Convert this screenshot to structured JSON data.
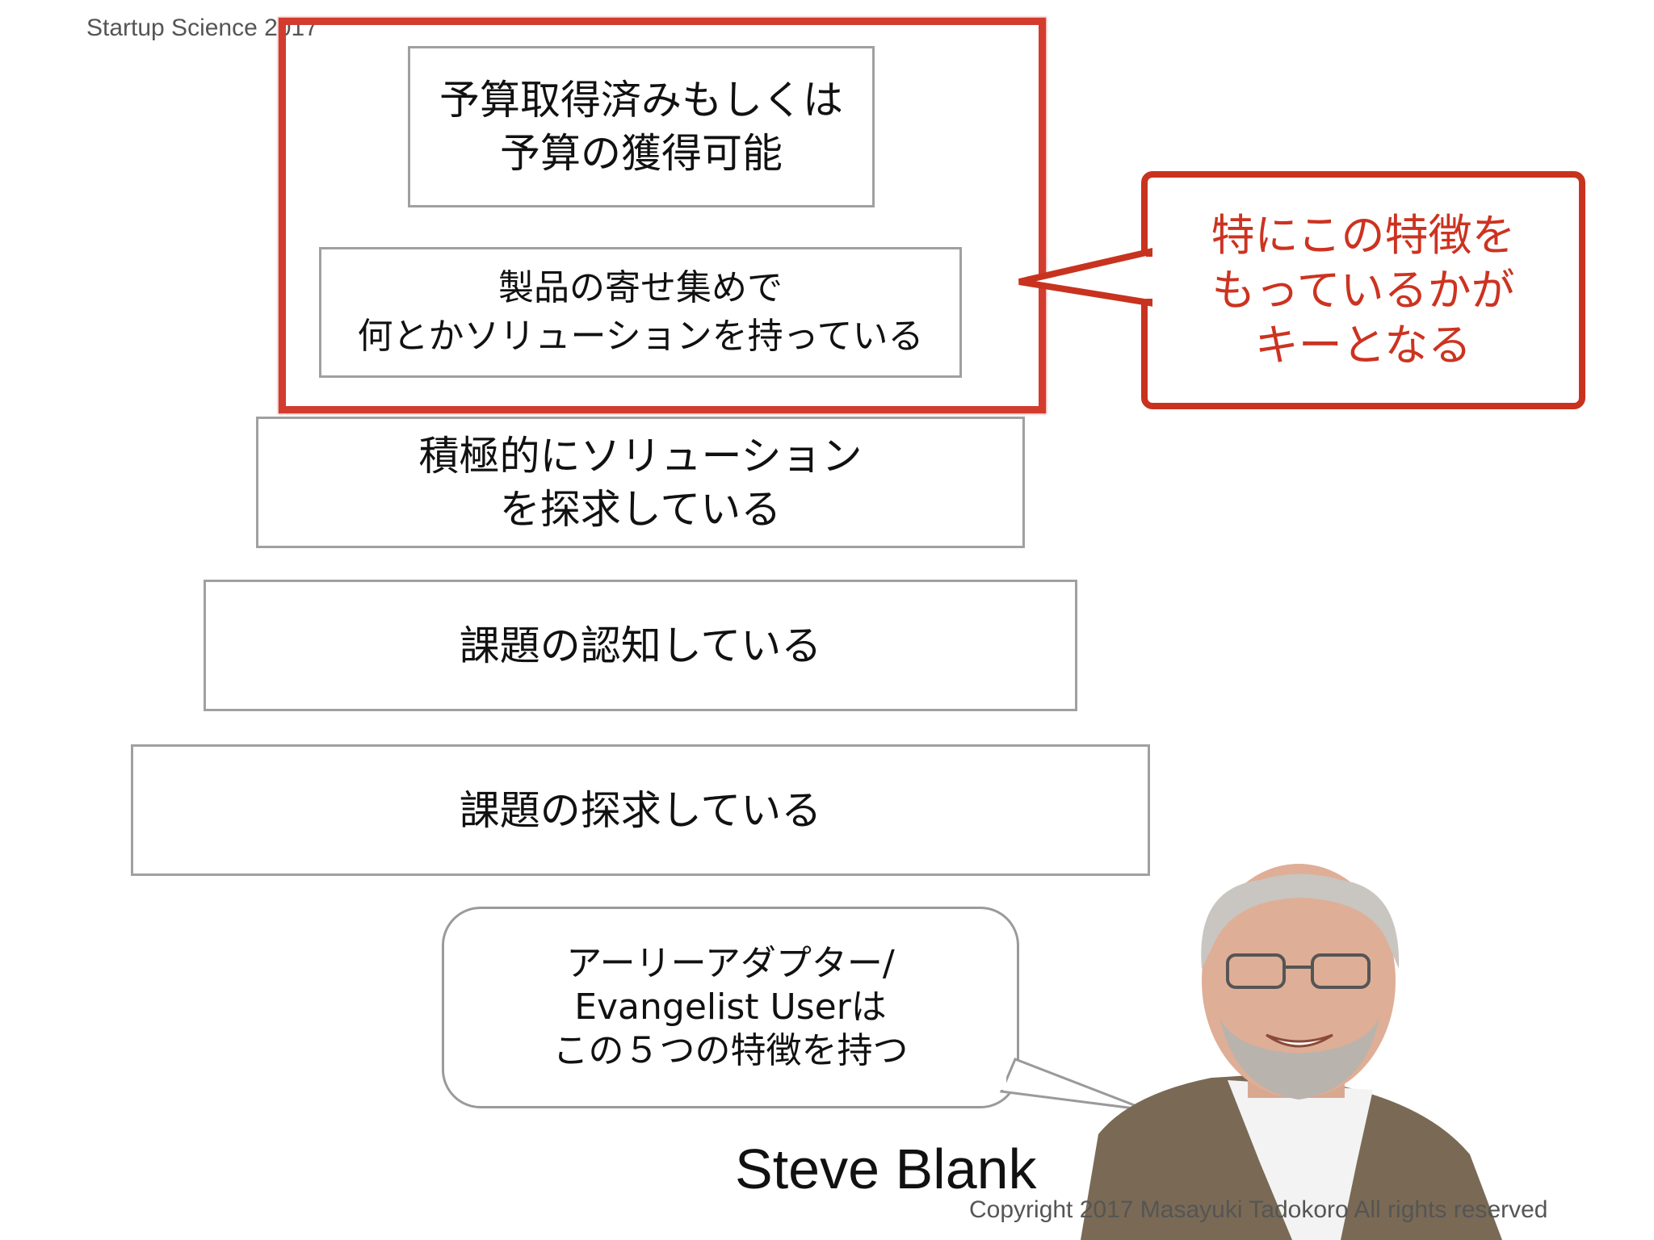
{
  "header": {
    "text": "Startup Science 2017"
  },
  "stages": [
    {
      "text": "予算取得済みもしくは\n予算の獲得可能"
    },
    {
      "text": "製品の寄せ集めで\n何とかソリューションを持っている"
    },
    {
      "text": "積極的にソリューション\nを探求している"
    },
    {
      "text": "課題の認知している"
    },
    {
      "text": "課題の探求している"
    }
  ],
  "callout": {
    "text": "特にこの特徴を\nもっているかが\nキーとなる",
    "color": "#cc3320"
  },
  "speech": {
    "text": "アーリーアダプター/\nEvangelist Userは\nこの５つの特徴を持つ"
  },
  "speaker": {
    "name": "Steve Blank"
  },
  "footer": {
    "copyright": "Copyright 2017 Masayuki Tadokoro All rights reserved"
  },
  "colors": {
    "accent": "#d23c2e",
    "box_border": "#a0a0a0"
  }
}
